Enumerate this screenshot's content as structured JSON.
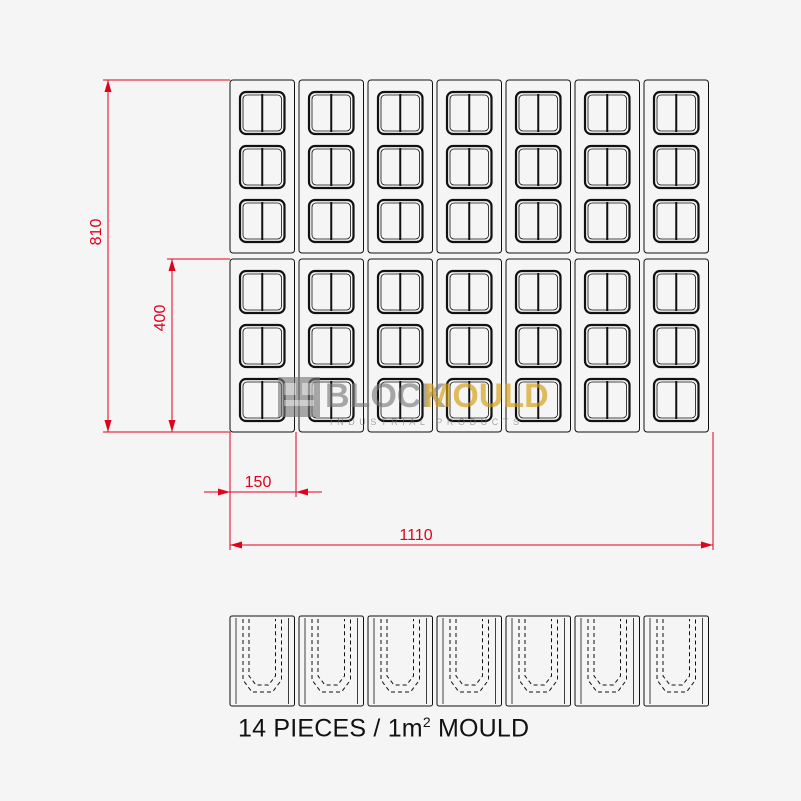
{
  "drawing": {
    "grid": {
      "columns": 7,
      "rows": 2,
      "cavities_per_block": 3
    },
    "colors": {
      "dimension": "#e3001b",
      "outline": "#111111",
      "watermark": "#d4a017",
      "background": "#f5f5f5"
    }
  },
  "dimensions": {
    "total_height": "810",
    "block_height": "400",
    "block_width": "150",
    "total_width": "1110"
  },
  "watermark": {
    "brand_part1": "BLOCK",
    "brand_part2": "MOULD",
    "tagline": "INDUSTRIAL PRODUCTS"
  },
  "caption": {
    "text_before": "14 PIECES / 1m",
    "superscript": "2",
    "text_after": " MOULD"
  }
}
